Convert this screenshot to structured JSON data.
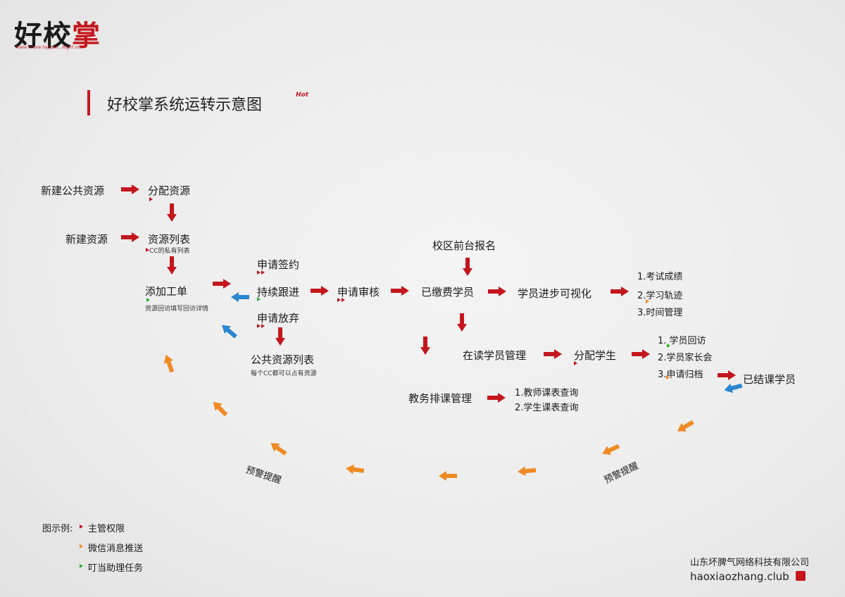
{
  "brand": {
    "logo_chars": [
      "好",
      "校",
      "掌"
    ],
    "tagline": "Make future happen...Right now.",
    "hot": "Hot"
  },
  "title": "好校掌系统运转示意图",
  "nodes": {
    "new_public": "新建公共资源",
    "assign_res": "分配资源",
    "new_res": "新建资源",
    "res_list": "资源列表",
    "res_list_note": "CC的私有列表",
    "add_ticket": "添加工单",
    "add_ticket_note": "资源回访填写回访详情",
    "apply_sign": "申请签约",
    "keep_follow": "持续跟进",
    "apply_abandon": "申请放弃",
    "public_list": "公共资源列表",
    "public_list_note": "每个CC都可以占有资源",
    "apply_review": "申请审核",
    "campus_signup": "校区前台报名",
    "paid": "已缴费学员",
    "progress_vis": "学员进步可视化",
    "progress_items": [
      "1.考试成绩",
      "2.学习轨迹",
      "3.时间管理"
    ],
    "in_school": "在读学员管理",
    "assign_student": "分配学生",
    "student_items": [
      "1. 学员回访",
      "2.学员家长会",
      "3.申请归档"
    ],
    "graduated": "已结课学员",
    "schedule": "教务排课管理",
    "schedule_items": [
      "1.教师课表查询",
      "2.学生课表查询"
    ],
    "warn_left": "预警提醒",
    "warn_right": "预警提醒"
  },
  "legend": {
    "title": "图示例:",
    "items": [
      {
        "label": "主管权限",
        "color": "#c4161c"
      },
      {
        "label": "微信消息推送",
        "color": "#f08a24"
      },
      {
        "label": "叮当助理任务",
        "color": "#3aaa35"
      }
    ]
  },
  "footer": {
    "company": "山东坏脾气网络科技有限公司",
    "url": "haoxiaozhang.club"
  },
  "colors": {
    "red": "#c4161c",
    "orange": "#f08a24",
    "blue": "#2a86d0",
    "green": "#3aaa35"
  }
}
